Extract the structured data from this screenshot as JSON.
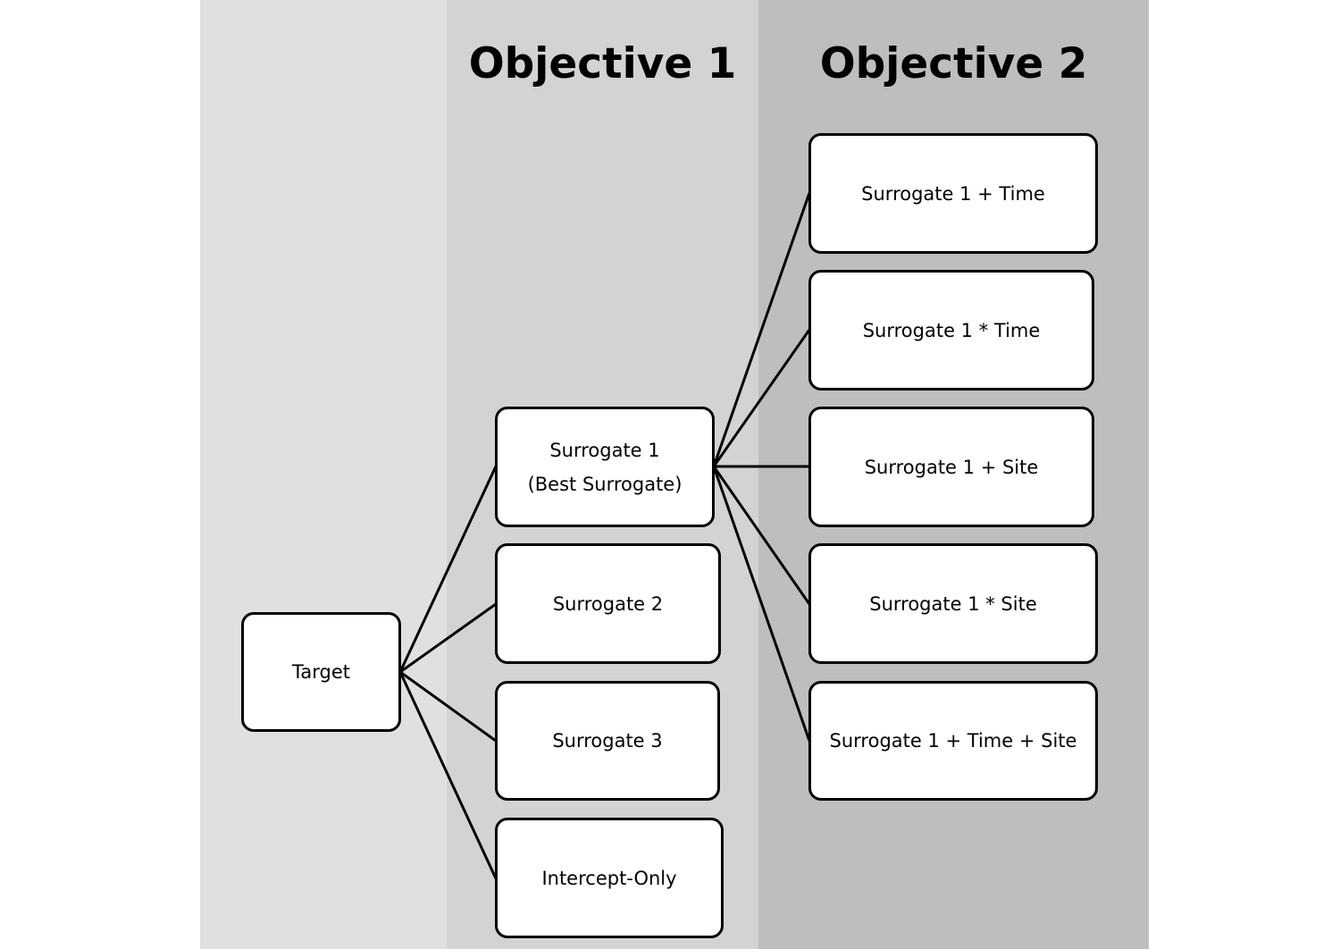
{
  "headings": {
    "objective_1": "Objective 1",
    "objective_2": "Objective 2"
  },
  "nodes": {
    "target": "Target",
    "surrogate_1": {
      "line1": "Surrogate 1",
      "line2": "(Best Surrogate)"
    },
    "surrogate_2": "Surrogate 2",
    "surrogate_3": "Surrogate 3",
    "intercept_only": "Intercept-Only",
    "s1_plus_time": "Surrogate 1 + Time",
    "s1_times_time": "Surrogate 1 * Time",
    "s1_plus_site": "Surrogate 1 + Site",
    "s1_times_site": "Surrogate 1 * Site",
    "s1_time_site": "Surrogate 1 + Time + Site"
  },
  "colors": {
    "band_left": "#e0e0e0",
    "band_objective_1": "#d3d3d3",
    "band_objective_2": "#bebebe",
    "node_fill": "#ffffff",
    "stroke": "#000000"
  }
}
